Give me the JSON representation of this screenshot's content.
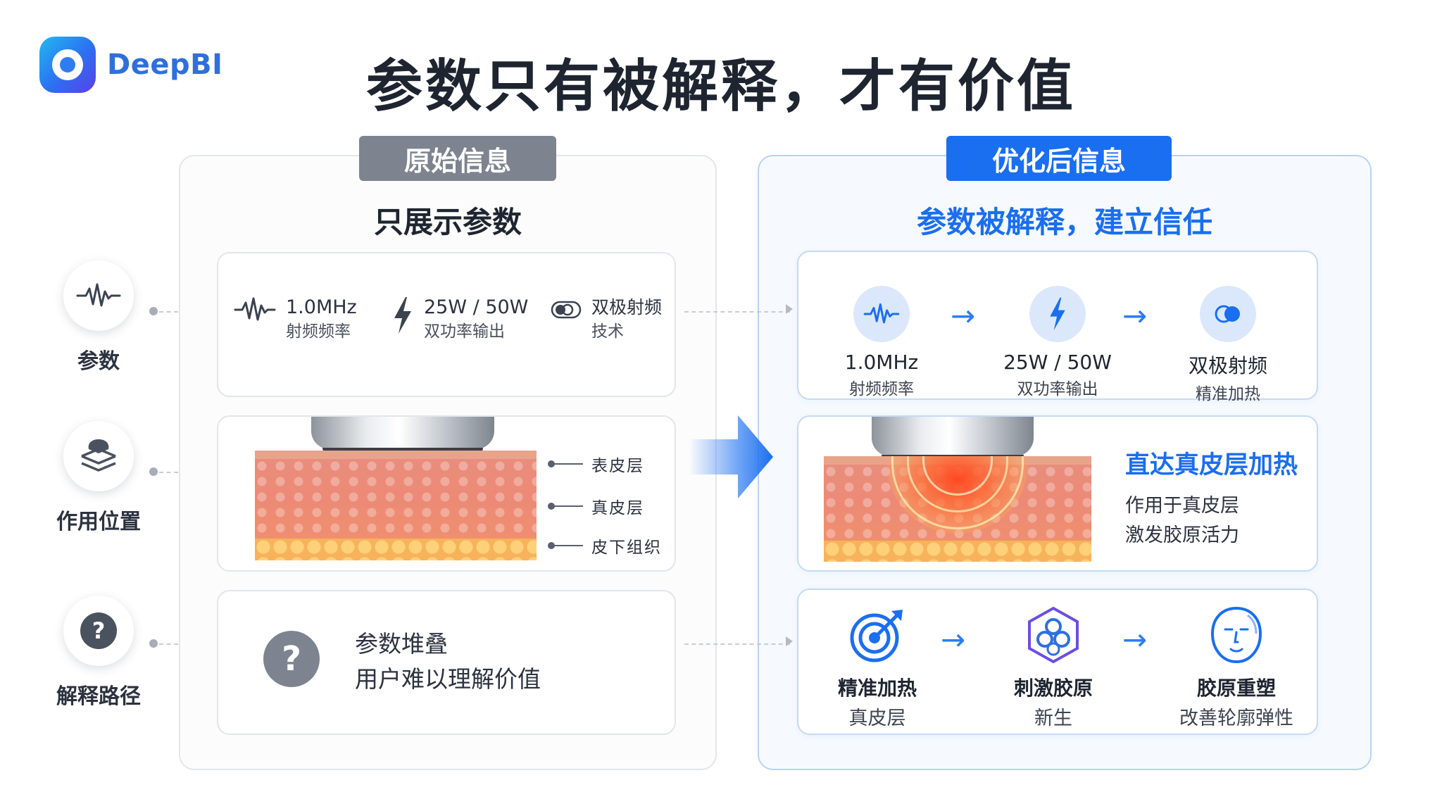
{
  "brand": {
    "name": "DeepBI"
  },
  "title": "参数只有被解释，才有价值",
  "left_labels": [
    {
      "label": "参数",
      "icon": "waveform-icon"
    },
    {
      "label": "作用位置",
      "icon": "layers-icon"
    },
    {
      "label": "解释路径",
      "icon": "question-icon"
    }
  ],
  "left_panel": {
    "tag": "原始信息",
    "subtitle": "只展示参数",
    "params": [
      {
        "value": "1.0MHz",
        "desc": "射频频率",
        "icon": "waveform-icon"
      },
      {
        "value": "25W / 50W",
        "desc": "双功率输出",
        "icon": "lightning-icon"
      },
      {
        "value": "双极射频",
        "desc": "技术",
        "icon": "bipolar-icon"
      }
    ],
    "layers": [
      "表皮层",
      "真皮层",
      "皮下组织"
    ],
    "question": {
      "line1": "参数堆叠",
      "line2": "用户难以理解价值"
    }
  },
  "right_panel": {
    "tag": "优化后信息",
    "subtitle": "参数被解释，建立信任",
    "params": [
      {
        "value": "1.0MHz",
        "desc": "射频频率",
        "icon": "waveform-icon"
      },
      {
        "value": "25W / 50W",
        "desc": "双功率输出",
        "icon": "lightning-icon"
      },
      {
        "value": "双极射频",
        "desc": "精准加热",
        "icon": "bipolar-icon"
      }
    ],
    "heat": {
      "title": "直达真皮层加热",
      "line1": "作用于真皮层",
      "line2": "激发胶原活力"
    },
    "path": [
      {
        "value": "精准加热",
        "desc": "真皮层",
        "icon": "target-icon"
      },
      {
        "value": "刺激胶原",
        "desc": "新生",
        "icon": "collagen-icon"
      },
      {
        "value": "胶原重塑",
        "desc": "改善轮廓弹性",
        "icon": "face-icon"
      }
    ]
  },
  "colors": {
    "accent": "#1a6ef0",
    "tag_gray": "#7d848f",
    "heat": "#ff5a2a"
  }
}
